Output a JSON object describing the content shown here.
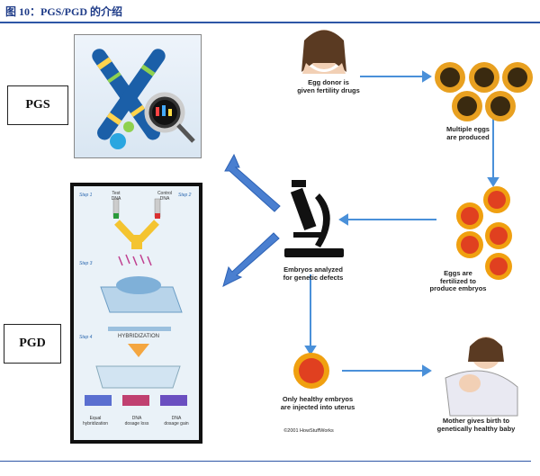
{
  "title": "图 10：PGS/PGD 的介绍",
  "labels": {
    "pgs": "PGS",
    "pgd": "PGD"
  },
  "captions": {
    "egg_donor": "Egg donor is\ngiven fertility drugs",
    "multiple_eggs": "Multiple eggs\nare produced",
    "embryos_analyzed": "Embryos analyzed\nfor genetic defects",
    "eggs_fertilized": "Eggs are\nfertilized to\nproduce embryos",
    "healthy_embryos": "Only healthy embryos\nare injected into uterus",
    "mother_birth": "Mother gives birth to\ngenetically healthy baby",
    "copyright": "©2001 HowStuffWorks"
  },
  "pgd_panel": {
    "step1": "Step 1",
    "step2": "Step 2",
    "step3": "Step 3",
    "step4": "Step 4",
    "test_dna": "Test\nDNA",
    "control_dna": "Control\nDNA",
    "hybridization": "HYBRIDIZATION",
    "outcomes": [
      "Equal\nhybridization",
      "DNA\ndosage loss",
      "DNA\ndosage gain"
    ]
  },
  "colors": {
    "accent": "#1f3c88",
    "arrow": "#4a90d9",
    "egg_outer": "#e8a020",
    "embryo": "#e0401c"
  }
}
